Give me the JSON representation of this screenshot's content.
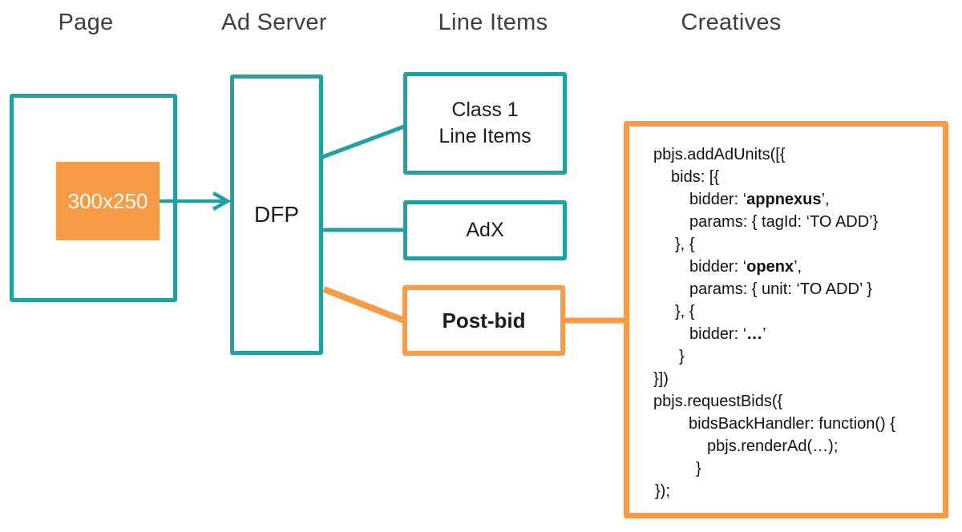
{
  "colors": {
    "teal": "#21a1a3",
    "orange": "#f79b47",
    "heading_text": "#3e3e3e",
    "box_text": "#1c1c1c",
    "ad_slot_text": "#ffffff"
  },
  "headings": {
    "page": "Page",
    "ad_server": "Ad Server",
    "line_items": "Line Items",
    "creatives": "Creatives"
  },
  "page": {
    "ad_slot_label": "300x250"
  },
  "ad_server": {
    "label": "DFP"
  },
  "line_items": {
    "class1_line1": "Class 1",
    "class1_line2": "Line Items",
    "adx_label": "AdX",
    "postbid_label": "Post-bid"
  },
  "code": {
    "lines": [
      {
        "indent": 0,
        "segments": [
          {
            "text": "pbjs.addAdUnits([{"
          }
        ]
      },
      {
        "indent": 22,
        "segments": [
          {
            "text": "bids: [{"
          }
        ]
      },
      {
        "indent": 45,
        "segments": [
          {
            "text": "bidder: ‘"
          },
          {
            "text": "appnexus",
            "bold": true
          },
          {
            "text": "’,"
          }
        ]
      },
      {
        "indent": 45,
        "segments": [
          {
            "text": "params: { tagId: ‘TO ADD’}"
          }
        ]
      },
      {
        "indent": 27,
        "segments": [
          {
            "text": "}, {"
          }
        ]
      },
      {
        "indent": 45,
        "segments": [
          {
            "text": "bidder: ‘"
          },
          {
            "text": "openx",
            "bold": true
          },
          {
            "text": "’,"
          }
        ]
      },
      {
        "indent": 45,
        "segments": [
          {
            "text": "params: { unit: ‘TO ADD’ }"
          }
        ]
      },
      {
        "indent": 27,
        "segments": [
          {
            "text": "}, {"
          }
        ]
      },
      {
        "indent": 45,
        "segments": [
          {
            "text": "bidder: ‘"
          },
          {
            "text": "…",
            "bold": true
          },
          {
            "text": "’"
          }
        ]
      },
      {
        "indent": 32,
        "segments": [
          {
            "text": "}"
          }
        ]
      },
      {
        "indent": 0,
        "segments": [
          {
            "text": "}])"
          }
        ]
      },
      {
        "indent": 0,
        "segments": [
          {
            "text": "pbjs.requestBids({"
          }
        ]
      },
      {
        "indent": 44,
        "segments": [
          {
            "text": "bidsBackHandler: function() {"
          }
        ]
      },
      {
        "indent": 67,
        "segments": [
          {
            "text": "pbjs.renderAd(…);"
          }
        ]
      },
      {
        "indent": 53,
        "segments": [
          {
            "text": "}"
          }
        ]
      },
      {
        "indent": 2,
        "segments": [
          {
            "text": "});"
          }
        ]
      }
    ]
  }
}
